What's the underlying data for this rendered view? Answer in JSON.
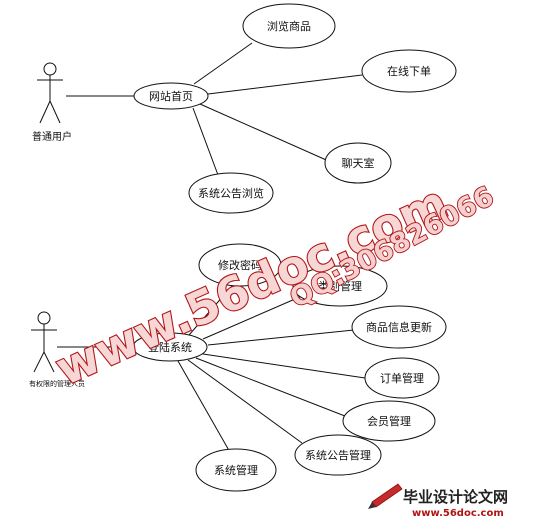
{
  "actors": {
    "user": "普通用户",
    "admin": "有权限的管理人员"
  },
  "use_cases": {
    "homepage": "网站首页",
    "browse_products": "浏览商品",
    "order_online": "在线下单",
    "chat_room": "聊天室",
    "notice_browse": "系统公告浏览",
    "login": "登陆系统",
    "change_password": "修改密码",
    "category_mgmt": "类别管理",
    "product_update": "商品信息更新",
    "order_mgmt": "订单管理",
    "member_mgmt": "会员管理",
    "notice_mgmt": "系统公告管理",
    "system_mgmt": "系统管理"
  },
  "watermark": {
    "url": "www.56doc.com",
    "qq": "QQ:306826066"
  },
  "brand": {
    "title": "毕业设计论文网",
    "url": "www.56doc.com"
  }
}
